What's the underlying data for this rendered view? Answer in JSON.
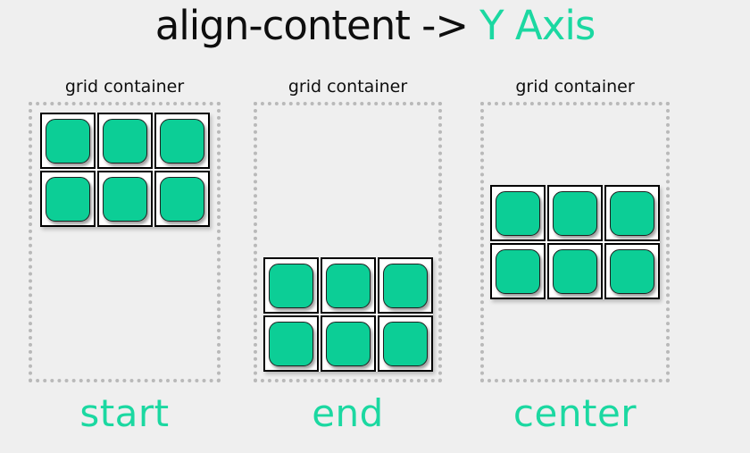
{
  "title": {
    "plain": "align-content ->",
    "accent": "Y Axis"
  },
  "colors": {
    "background": "#efefef",
    "ink": "#0e0e0e",
    "accent_text": "#1bd8a1",
    "tile_fill": "#0cce96",
    "tile_border": "#1f1f1f",
    "cell_border": "#000000",
    "dashed_border": "#b9b9b9"
  },
  "grid": {
    "rows": 2,
    "cols": 3
  },
  "panels": [
    {
      "container_label": "grid container",
      "value_label": "start",
      "align": "start"
    },
    {
      "container_label": "grid container",
      "value_label": "end",
      "align": "end"
    },
    {
      "container_label": "grid container",
      "value_label": "center",
      "align": "center"
    }
  ]
}
